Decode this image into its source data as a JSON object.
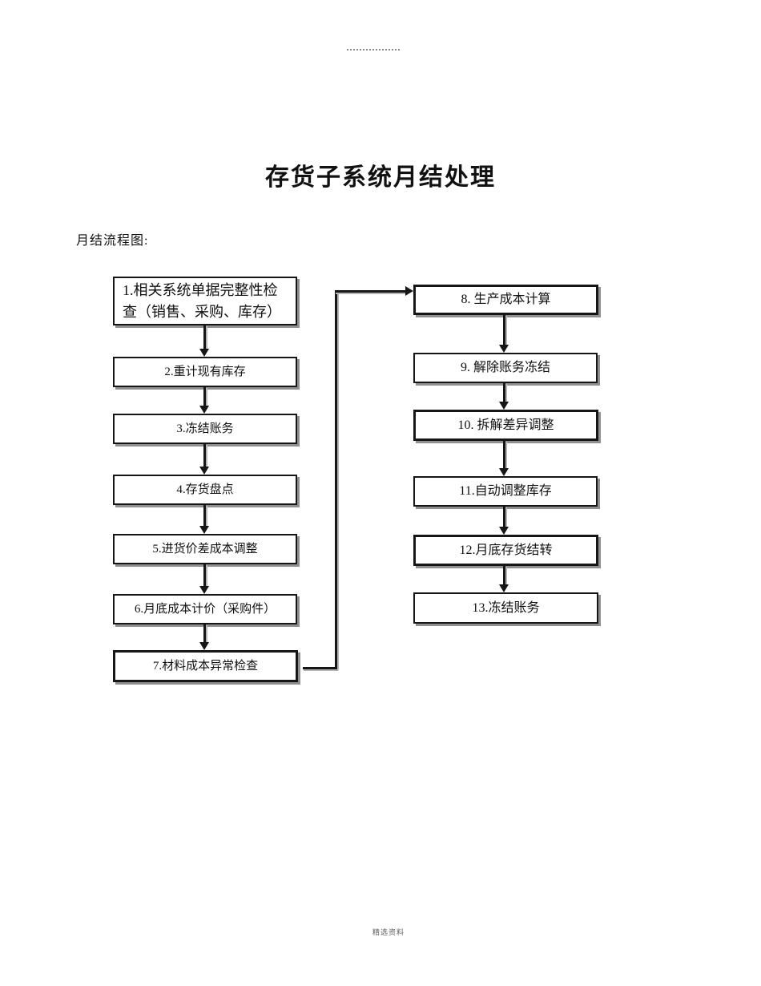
{
  "page": {
    "title": "存货子系统月结处理",
    "section_label": "月结流程图:",
    "footer": "精选资料"
  },
  "flowchart": {
    "left_boxes": [
      {
        "label": "1.相关系统单据完整性检查（销售、采购、库存）"
      },
      {
        "label": "2.重计现有库存"
      },
      {
        "label": "3.冻结账务"
      },
      {
        "label": "4.存货盘点"
      },
      {
        "label": "5.进货价差成本调整"
      },
      {
        "label": "6.月底成本计价（采购件）"
      },
      {
        "label": "7.材料成本异常检查"
      }
    ],
    "right_boxes": [
      {
        "label": "8. 生产成本计算"
      },
      {
        "label": "9. 解除账务冻结"
      },
      {
        "label": "10. 拆解差异调整"
      },
      {
        "label": "11.自动调整库存"
      },
      {
        "label": "12.月底存货结转"
      },
      {
        "label": "13.冻结账务"
      }
    ]
  },
  "colors": {
    "line": "#161616",
    "shadow": "#8f8f8f",
    "footer_text": "#5f5f5f"
  }
}
